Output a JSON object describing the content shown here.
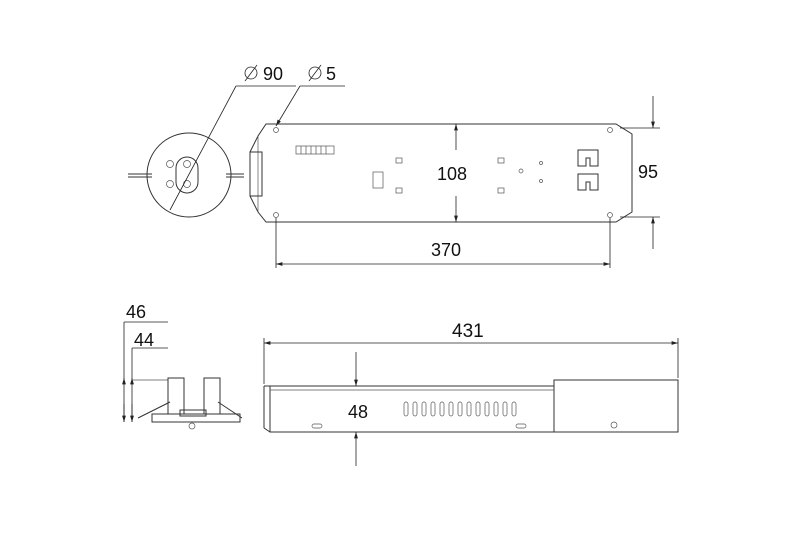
{
  "dimensions": {
    "diameter_body": "90",
    "diameter_hole": "5",
    "top_width": "108",
    "top_depth": "95",
    "hole_spacing": "370",
    "overall_length": "431",
    "side_height": "48",
    "height_a": "46",
    "height_b": "44"
  },
  "colors": {
    "line": "#333333",
    "text": "#111111",
    "background": "#ffffff"
  }
}
